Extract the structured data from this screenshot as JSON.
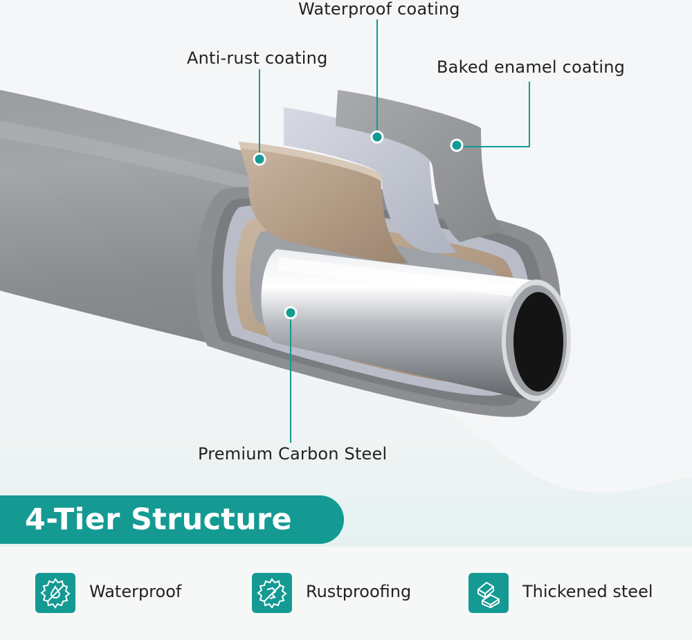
{
  "diagram": {
    "callouts": {
      "waterproof_coating": "Waterproof coating",
      "anti_rust_coating": "Anti-rust coating",
      "baked_enamel_coating": "Baked enamel coating",
      "premium_carbon_steel": "Premium Carbon Steel"
    }
  },
  "banner": {
    "title": "4-Tier Structure"
  },
  "features": [
    {
      "label": "Waterproof",
      "icon": "waterproof-icon"
    },
    {
      "label": "Rustproofing",
      "icon": "rustproofing-icon"
    },
    {
      "label": "Thickened steel",
      "icon": "thickened-steel-icon"
    }
  ],
  "colors": {
    "accent": "#149a93",
    "pipe_gray": "#8d8f91",
    "copper": "#b59f88",
    "steel": "#c9ccd1"
  }
}
